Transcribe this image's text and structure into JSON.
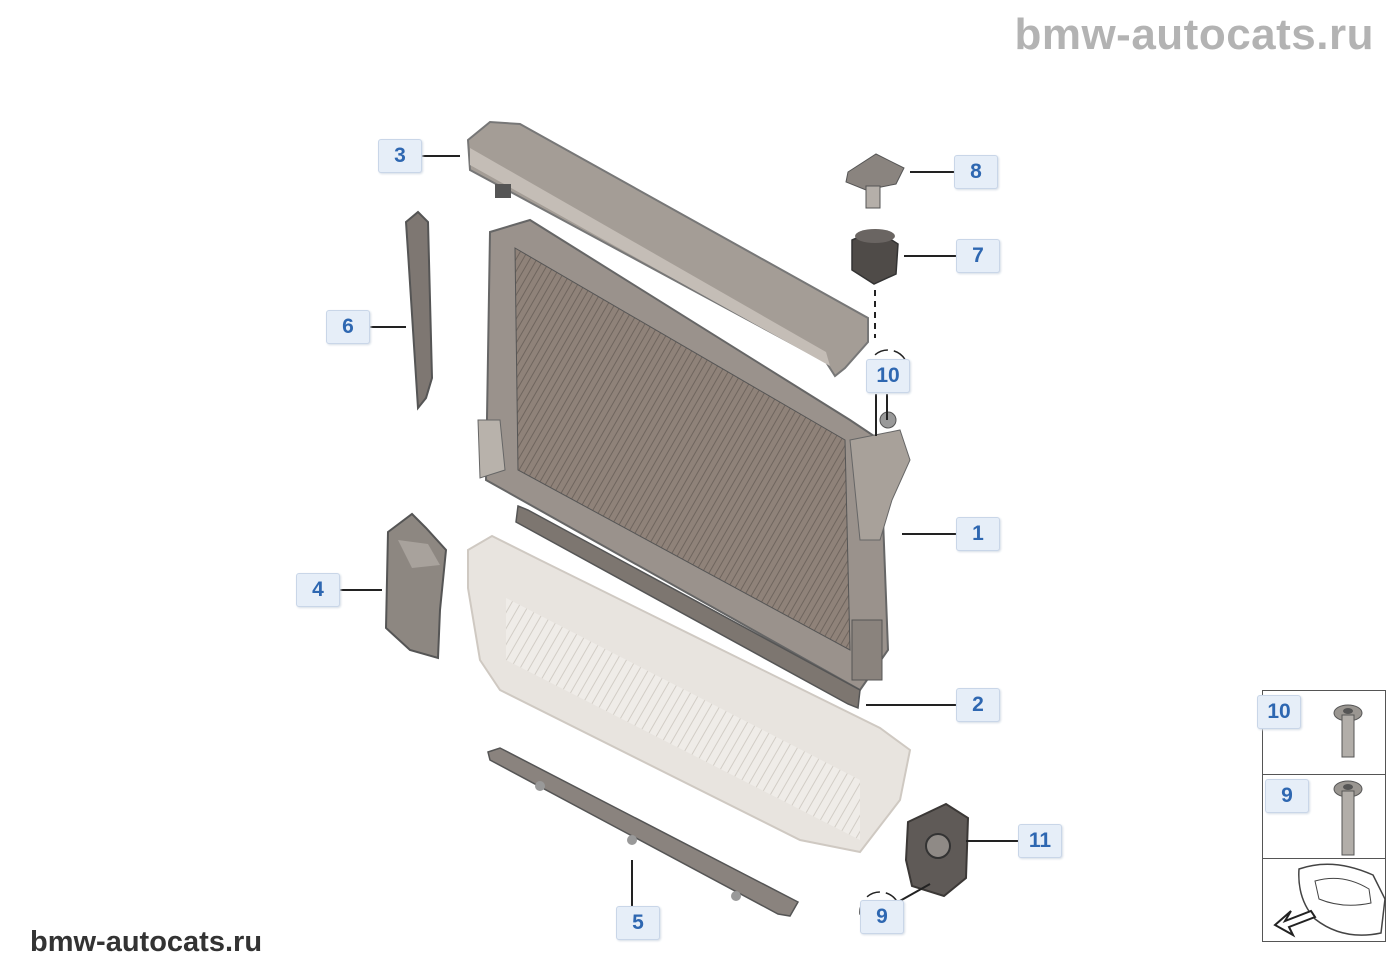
{
  "watermark": {
    "top_text": "bmw-autocats.ru",
    "bottom_text": "bmw-autocats.ru"
  },
  "callouts": [
    {
      "id": "3",
      "label": "3",
      "part": "radiator-top-cover"
    },
    {
      "id": "8",
      "label": "8",
      "part": "expanding-rivet"
    },
    {
      "id": "7",
      "label": "7",
      "part": "rubber-mount"
    },
    {
      "id": "6",
      "label": "6",
      "part": "side-air-guide"
    },
    {
      "id": "10",
      "label": "10",
      "part": "screw"
    },
    {
      "id": "1",
      "label": "1",
      "part": "radiator"
    },
    {
      "id": "4",
      "label": "4",
      "part": "air-duct"
    },
    {
      "id": "2",
      "label": "2",
      "part": "seal-strip"
    },
    {
      "id": "5",
      "label": "5",
      "part": "lower-air-guide"
    },
    {
      "id": "11",
      "label": "11",
      "part": "bracket"
    },
    {
      "id": "9",
      "label": "9",
      "part": "screw"
    }
  ],
  "legend": [
    {
      "label": "10",
      "icon": "screw-short-icon"
    },
    {
      "label": "9",
      "icon": "screw-long-icon"
    },
    {
      "label": "",
      "icon": "car-front-arrow-icon"
    }
  ],
  "colors": {
    "callout_text": "#2e67b1",
    "callout_bg": "#e6eef8",
    "part_grey": "#8c8580",
    "intercooler": "#e9e6e1"
  }
}
